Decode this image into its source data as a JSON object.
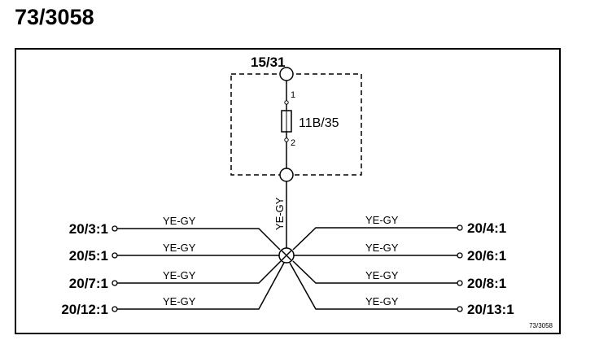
{
  "title": "73/3058",
  "connector_top": "15/31",
  "fuse": {
    "label": "11B/35",
    "pin_top": "1",
    "pin_bottom": "2"
  },
  "vertical_wire": "YE-GY",
  "left_wires": [
    {
      "terminal": "20/3:1",
      "color": "YE-GY"
    },
    {
      "terminal": "20/5:1",
      "color": "YE-GY"
    },
    {
      "terminal": "20/7:1",
      "color": "YE-GY"
    },
    {
      "terminal": "20/12:1",
      "color": "YE-GY"
    }
  ],
  "right_wires": [
    {
      "terminal": "20/4:1",
      "color": "YE-GY"
    },
    {
      "terminal": "20/6:1",
      "color": "YE-GY"
    },
    {
      "terminal": "20/8:1",
      "color": "YE-GY"
    },
    {
      "terminal": "20/13:1",
      "color": "YE-GY"
    }
  ],
  "ref_code": "73/3058"
}
